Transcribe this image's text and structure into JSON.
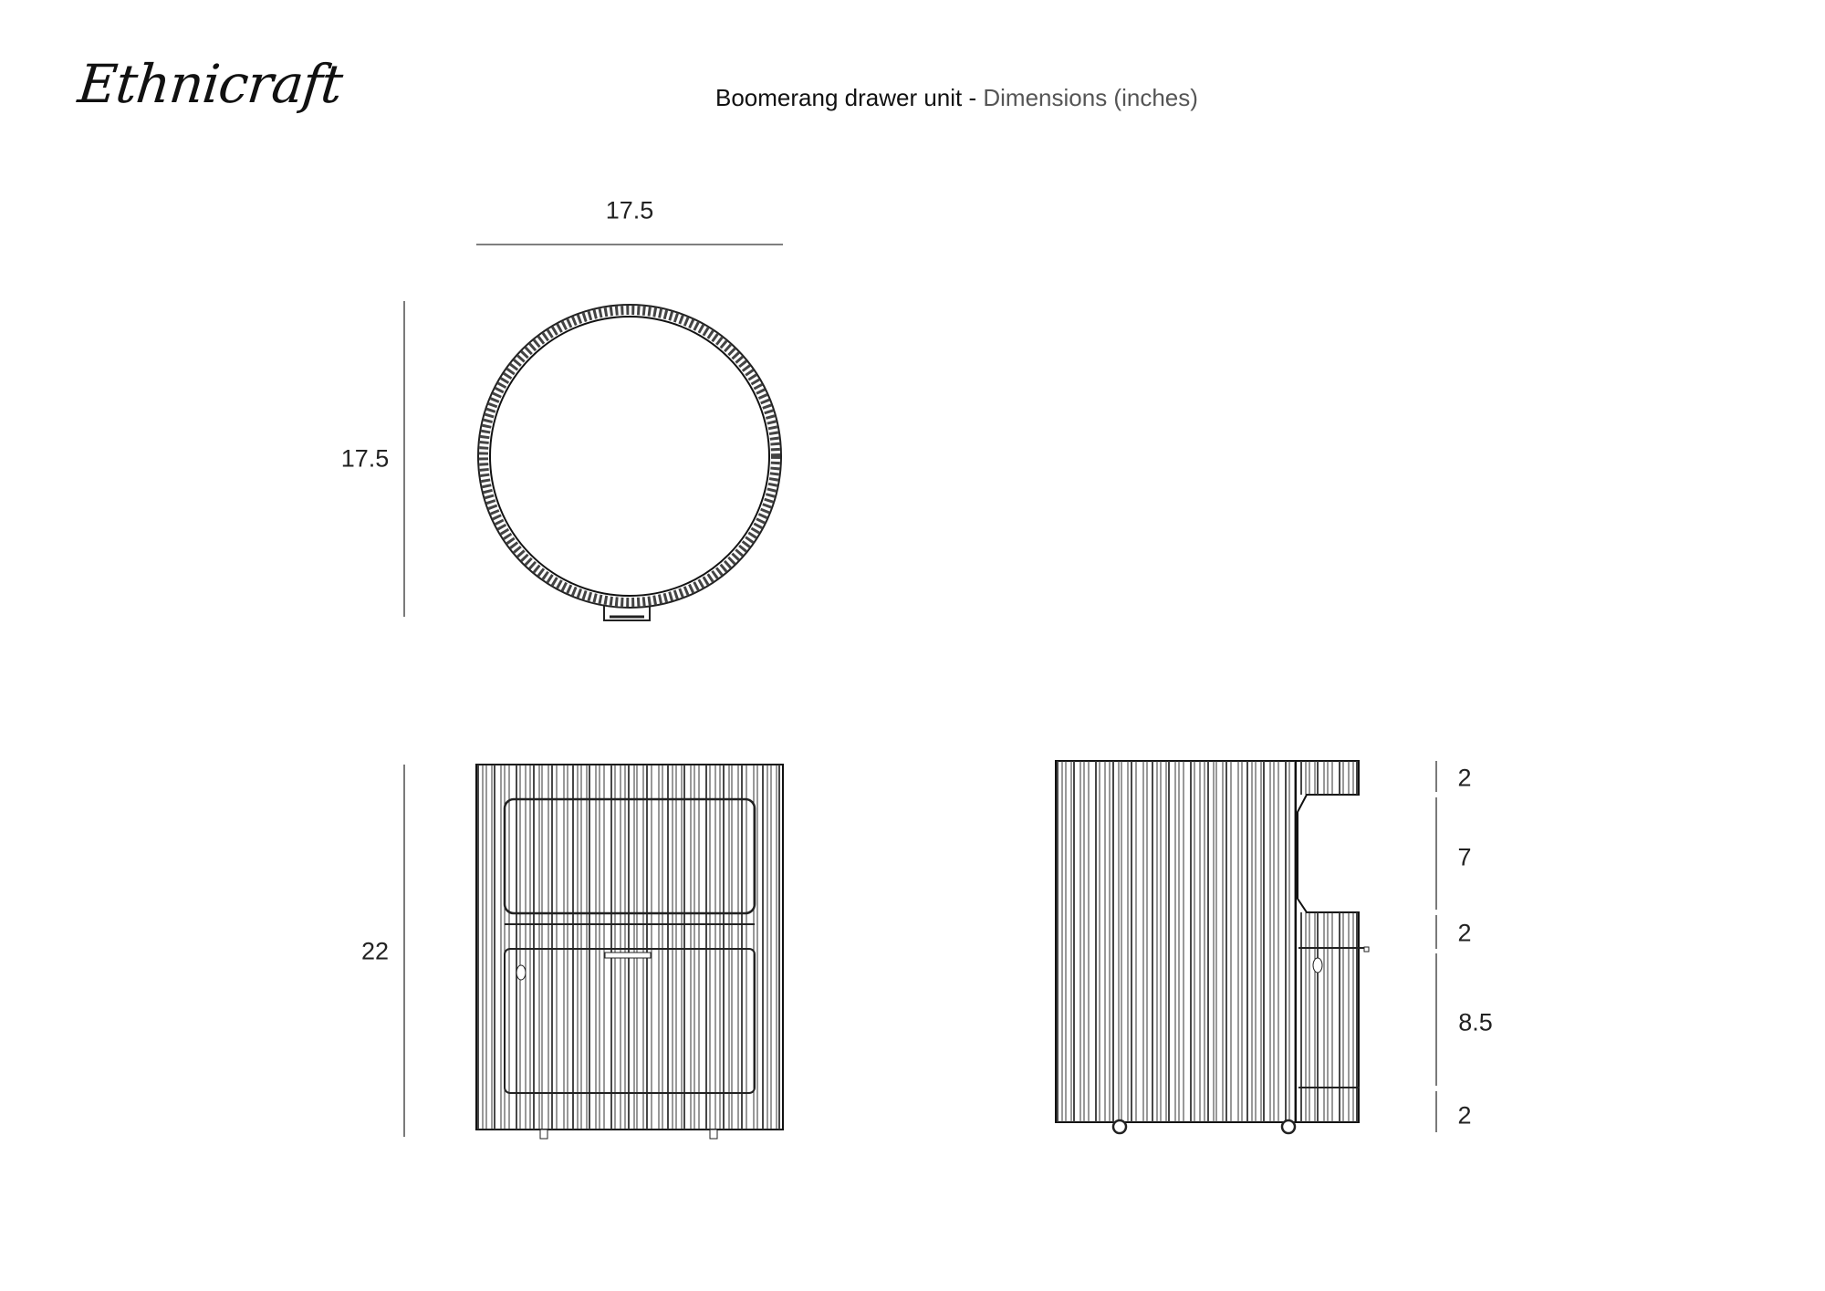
{
  "header": {
    "logo": "Ethnicraft",
    "title_product": "Boomerang drawer unit -",
    "title_detail": "Dimensions (inches)"
  },
  "top_view": {
    "width": "17.5",
    "depth": "17.5"
  },
  "front_view": {
    "height": "22"
  },
  "side_view": {
    "segments": [
      "2",
      "7",
      "2",
      "8.5",
      "2"
    ]
  }
}
